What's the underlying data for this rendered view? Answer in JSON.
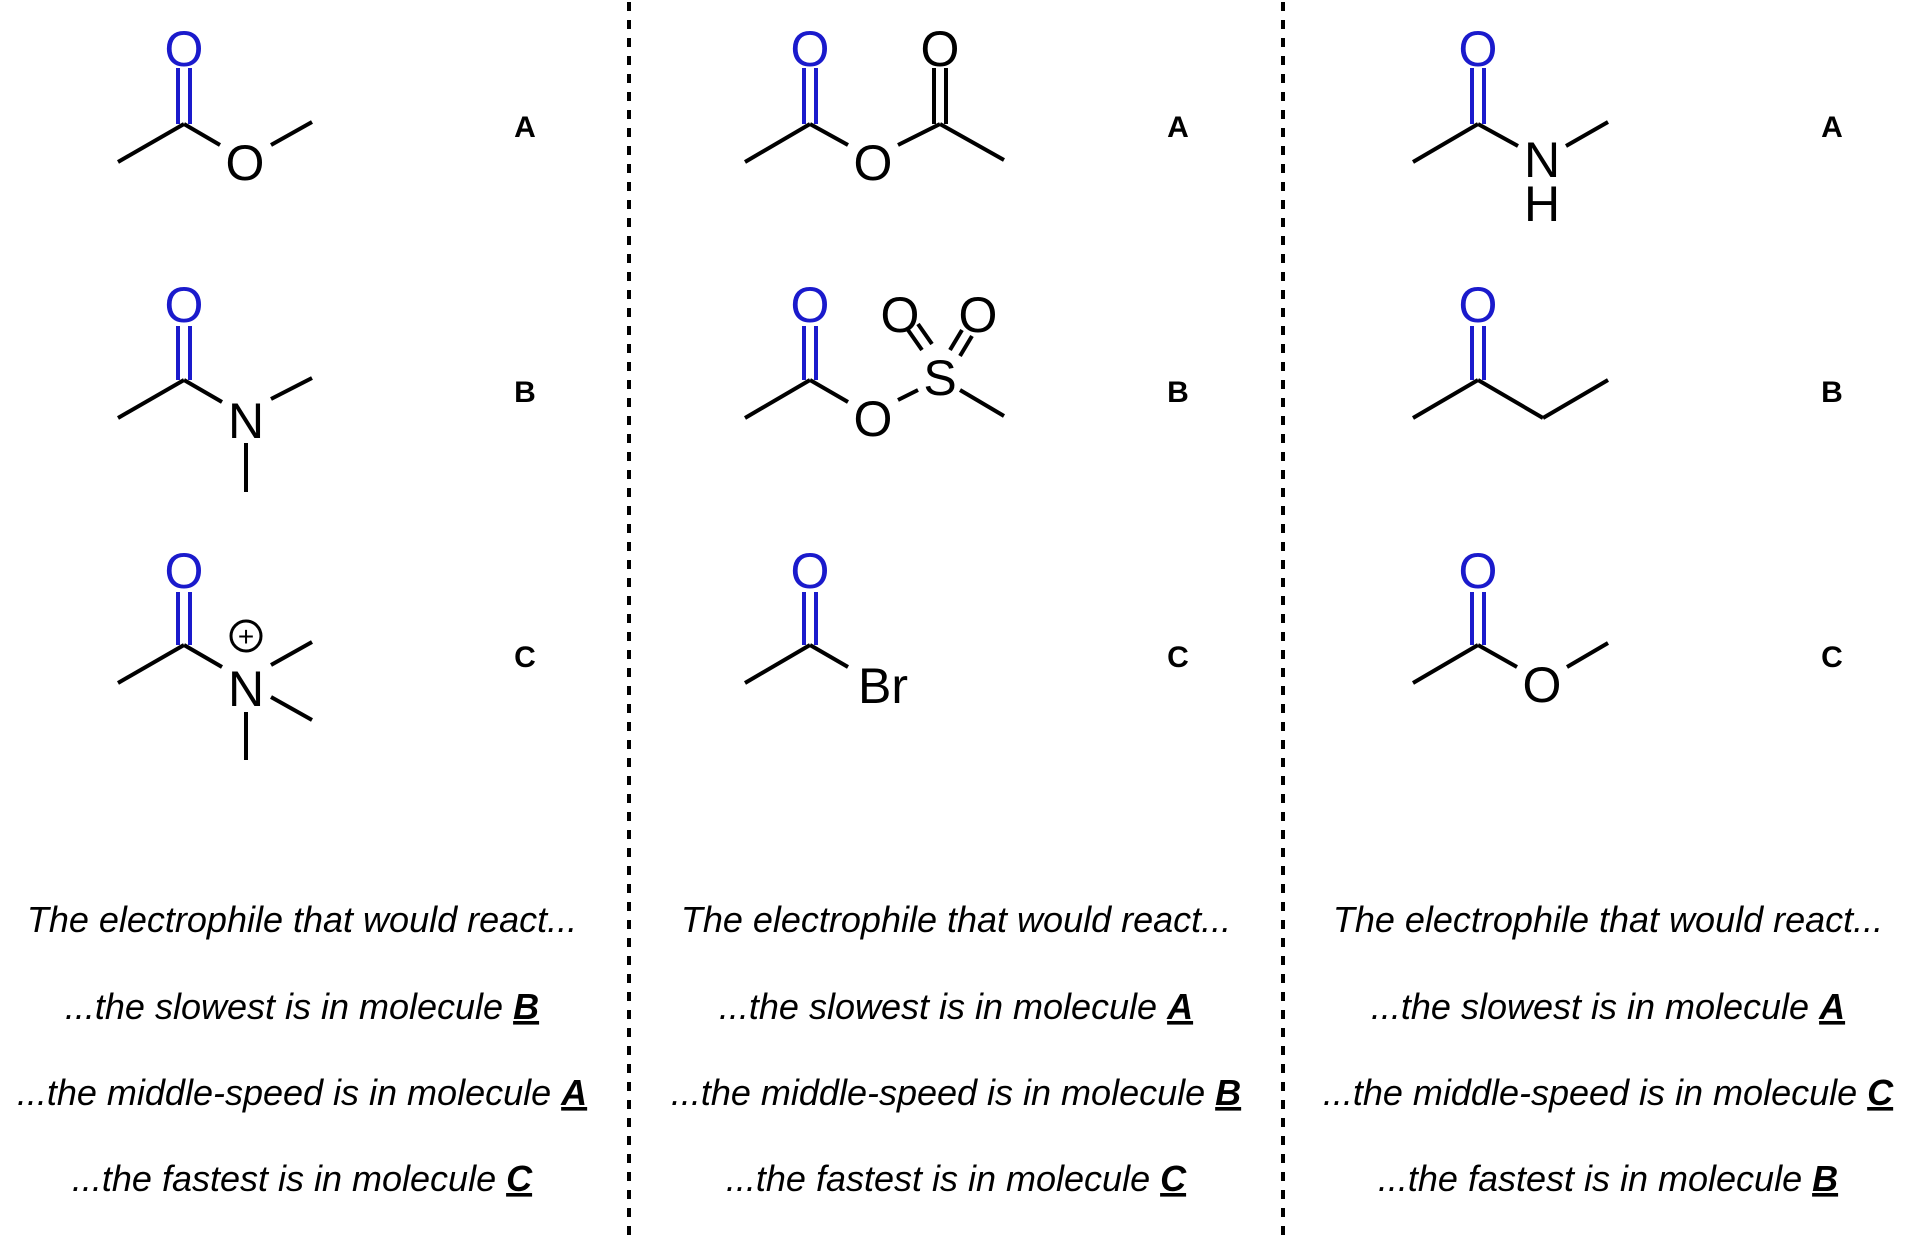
{
  "colors": {
    "carbonyl_oxygen": "#1a1acc",
    "ink": "#000000"
  },
  "atoms": {
    "O": "O",
    "N": "N",
    "H": "H",
    "S": "S",
    "Br": "Br",
    "plus": "+"
  },
  "panels": [
    {
      "molecule_labels": [
        "A",
        "B",
        "C"
      ],
      "caption_intro": "The electrophile that would react...",
      "rows": [
        {
          "text": "...the slowest is in molecule ",
          "answer": "B"
        },
        {
          "text": "...the middle-speed is in molecule ",
          "answer": "A"
        },
        {
          "text": "...the fastest is in molecule ",
          "answer": "C"
        }
      ]
    },
    {
      "molecule_labels": [
        "A",
        "B",
        "C"
      ],
      "caption_intro": "The electrophile that would react...",
      "rows": [
        {
          "text": "...the slowest is in molecule ",
          "answer": "A"
        },
        {
          "text": "...the middle-speed is in molecule ",
          "answer": "B"
        },
        {
          "text": "...the fastest is in molecule ",
          "answer": "C"
        }
      ]
    },
    {
      "molecule_labels": [
        "A",
        "B",
        "C"
      ],
      "caption_intro": "The electrophile that would react...",
      "rows": [
        {
          "text": "...the slowest is in molecule ",
          "answer": "A"
        },
        {
          "text": "...the middle-speed is in molecule ",
          "answer": "C"
        },
        {
          "text": "...the fastest is in molecule ",
          "answer": "B"
        }
      ]
    }
  ]
}
